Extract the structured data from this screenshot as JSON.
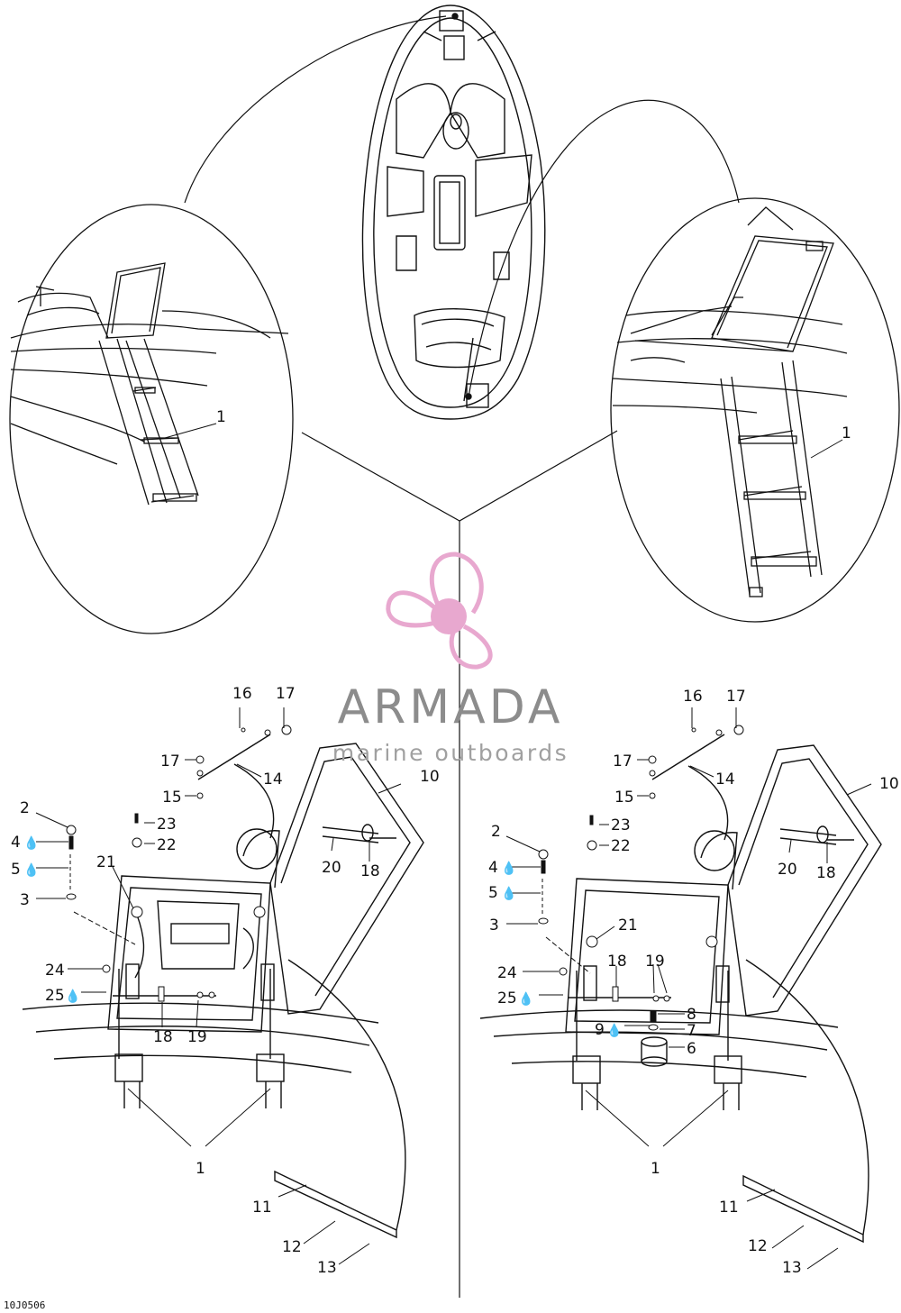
{
  "watermark": {
    "title": "ARMADA",
    "subtitle": "marine outboards",
    "title_color": "#8c8c8c",
    "subtitle_color": "#a0a0a0",
    "logo_color": "#e8a8cf"
  },
  "ref_code": "10J0506",
  "drop_icon_glyph": "💧",
  "callouts": {
    "detail_left_1": "1",
    "detail_right_1": "1",
    "left": {
      "c16": "16",
      "c17a": "17",
      "c17b": "17",
      "c14": "14",
      "c15": "15",
      "c10": "10",
      "c2": "2",
      "c4": "4",
      "c5": "5",
      "c3": "3",
      "c23": "23",
      "c22": "22",
      "c21": "21",
      "c20": "20",
      "c18a": "18",
      "c24": "24",
      "c25": "25",
      "c18b": "18",
      "c19": "19",
      "c1": "1",
      "c11": "11",
      "c12": "12",
      "c13": "13"
    },
    "right": {
      "c16": "16",
      "c17a": "17",
      "c17b": "17",
      "c14": "14",
      "c15": "15",
      "c10": "10",
      "c2": "2",
      "c23": "23",
      "c22": "22",
      "c4": "4",
      "c5": "5",
      "c20": "20",
      "c18a": "18",
      "c3": "3",
      "c21": "21",
      "c18b": "18",
      "c19": "19",
      "c24": "24",
      "c25": "25",
      "c8": "8",
      "c9": "9",
      "c7": "7",
      "c6": "6",
      "c1": "1",
      "c11": "11",
      "c12": "12",
      "c13": "13"
    }
  }
}
